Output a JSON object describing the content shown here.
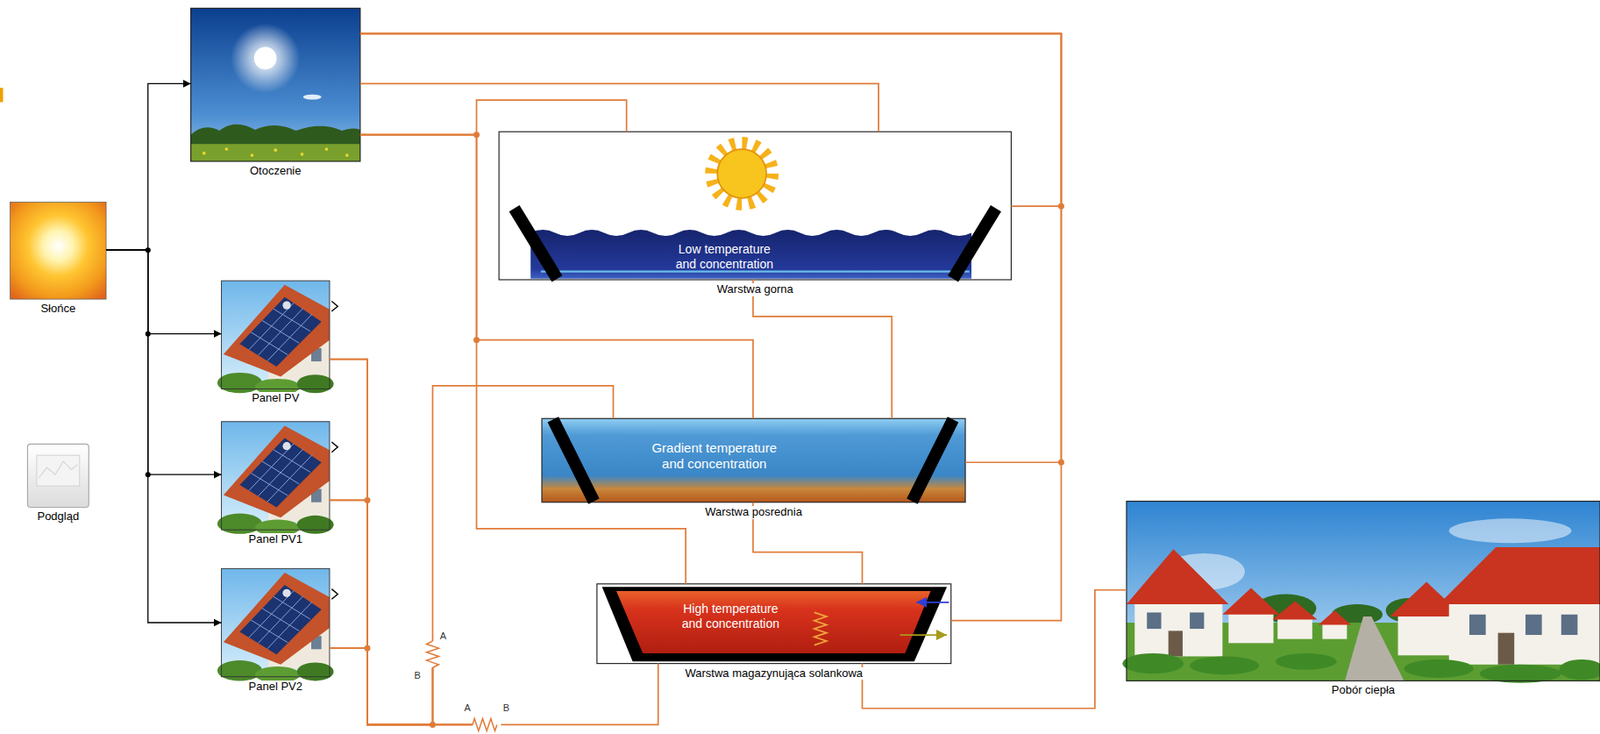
{
  "diagram": {
    "nodes": [
      {
        "text": [
          "Otoczenie"
        ]
      },
      {
        "text": [
          "Słońce"
        ]
      },
      {
        "text": [
          "Panel PV"
        ]
      },
      {
        "text": [
          "Podgląd"
        ]
      },
      {
        "text": [
          "Panel PV1"
        ]
      },
      {
        "text": [
          "Panel PV2"
        ]
      },
      {
        "text": [
          "Low temperature and concentration",
          "Warstwa gorna"
        ]
      },
      {
        "text": [
          "Gradient temperature and concentration",
          "Warstwa posrednia"
        ]
      },
      {
        "text": [
          "A",
          "B"
        ]
      },
      {
        "text": [
          "High temperature and concentration",
          "Warstwa magazynująca solankowa"
        ]
      },
      {
        "text": [
          "A",
          "B"
        ]
      },
      {
        "text": [
          "Pobór ciepła"
        ]
      }
    ],
    "edges": [
      {
        "from": 1,
        "to": 0,
        "arrow": "to"
      },
      {
        "from": 1,
        "to": 2,
        "arrow": "to"
      },
      {
        "from": 1,
        "to": 4,
        "arrow": "to"
      },
      {
        "from": 1,
        "to": 5,
        "arrow": "to"
      },
      {
        "from": 0,
        "to": 6,
        "arrow": "none"
      },
      {
        "from": 0,
        "to": 7,
        "arrow": "none"
      },
      {
        "from": 0,
        "to": 9,
        "arrow": "none"
      },
      {
        "from": 0,
        "to": 6,
        "arrow": "none"
      },
      {
        "from": 0,
        "to": 6,
        "arrow": "none"
      },
      {
        "from": 0,
        "to": 7,
        "arrow": "none"
      },
      {
        "from": 0,
        "to": 9,
        "arrow": "none"
      },
      {
        "from": 6,
        "to": 7,
        "arrow": "none"
      },
      {
        "from": 7,
        "to": 9,
        "arrow": "none"
      },
      {
        "from": 9,
        "to": 11,
        "arrow": "none"
      },
      {
        "from": 2,
        "to": 10,
        "arrow": "none"
      },
      {
        "from": 4,
        "to": 10,
        "arrow": "none"
      },
      {
        "from": 5,
        "to": 10,
        "arrow": "none"
      },
      {
        "from": 2,
        "to": 8,
        "arrow": "none"
      },
      {
        "from": 4,
        "to": 8,
        "arrow": "none"
      },
      {
        "from": 5,
        "to": 8,
        "arrow": "none"
      },
      {
        "from": 8,
        "to": 7,
        "arrow": "none"
      },
      {
        "from": 10,
        "to": 9,
        "arrow": "none"
      }
    ]
  }
}
